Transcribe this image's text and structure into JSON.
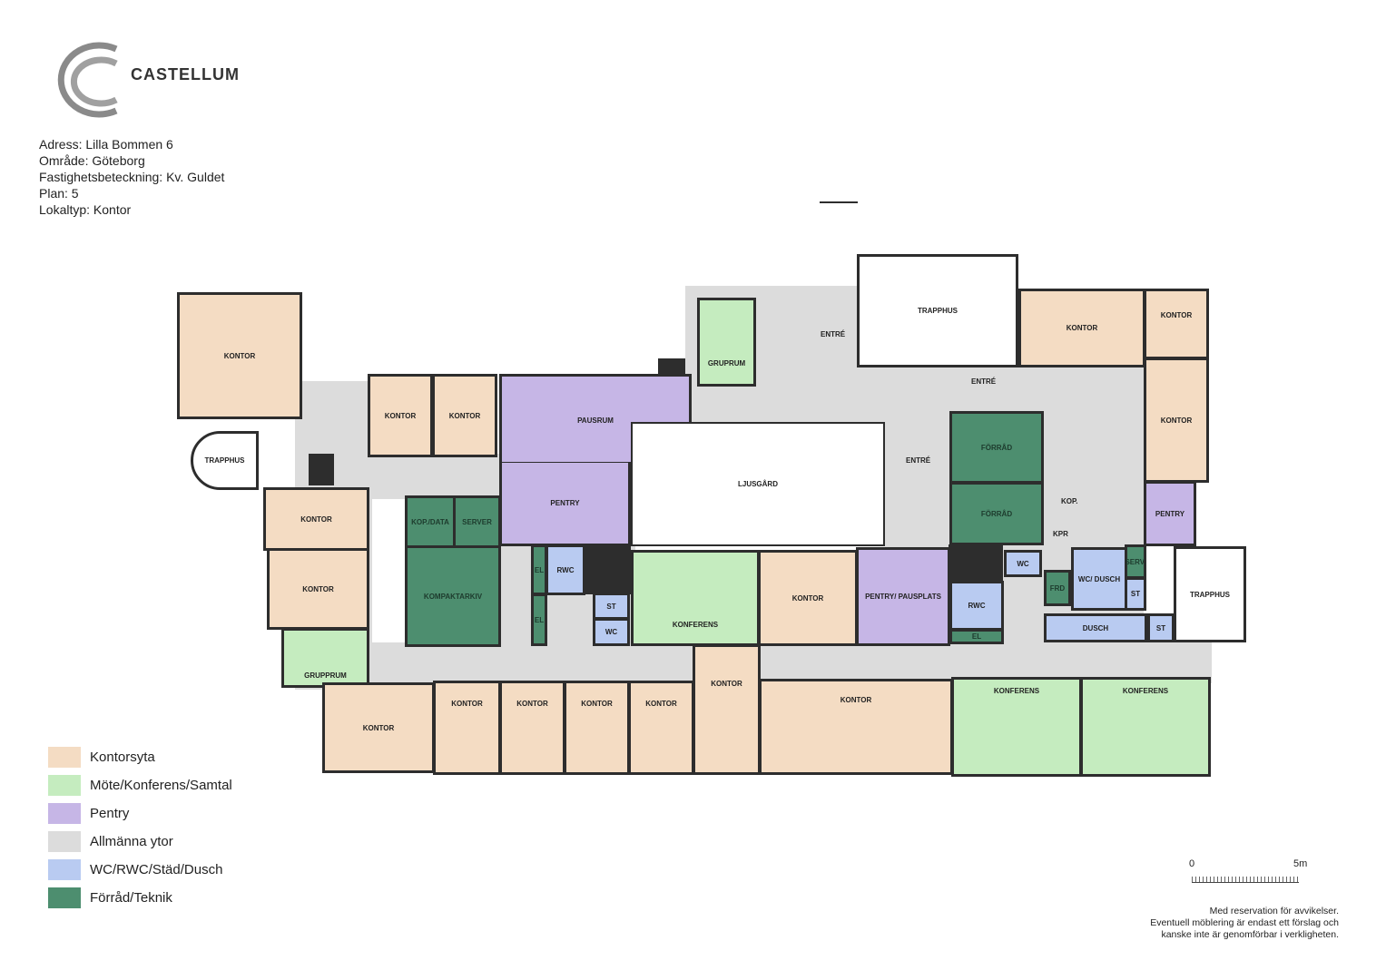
{
  "header": {
    "brand": "CASTELLUM",
    "info": [
      "Adress: Lilla Bommen 6",
      "Område: Göteborg",
      "Fastighetsbeteckning: Kv. Guldet",
      "Plan: 5",
      "Lokaltyp: Kontor"
    ]
  },
  "colors": {
    "kontorsyta": "#f4dcc3",
    "mote": "#c5ecbf",
    "pentry": "#c6b6e6",
    "allmanna": "#dcdcdc",
    "wc": "#b9cbf1",
    "forrad": "#4d8e6f"
  },
  "rooms": [
    {
      "label": "KONTOR"
    },
    {
      "label": "TRAPPHUS"
    },
    {
      "label": "KONTOR"
    },
    {
      "label": "KONTOR"
    },
    {
      "label": "PAUSRUM"
    },
    {
      "label": "PENTRY"
    },
    {
      "label": "LJUSGÅRD"
    },
    {
      "label": "GRUPRUM"
    },
    {
      "label": "ENTRÉ"
    },
    {
      "label": "TRAPPHUS"
    },
    {
      "label": "KONTOR"
    },
    {
      "label": "KONTOR"
    },
    {
      "label": "KONTOR"
    },
    {
      "label": "PENTRY"
    },
    {
      "label": "ENTRÉ"
    },
    {
      "label": "ENTRÉ"
    },
    {
      "label": "FÖRRÅD"
    },
    {
      "label": "FÖRRÅD"
    },
    {
      "label": "KOP."
    },
    {
      "label": "KPR"
    },
    {
      "label": "KOP./DATA"
    },
    {
      "label": "SERVER"
    },
    {
      "label": "KOMPAKTARKIV"
    },
    {
      "label": "EL"
    },
    {
      "label": "EL"
    },
    {
      "label": "RWC"
    },
    {
      "label": "ST"
    },
    {
      "label": "WC"
    },
    {
      "label": "KONFERENS"
    },
    {
      "label": "KONTOR"
    },
    {
      "label": "PENTRY/ PAUSPLATS"
    },
    {
      "label": "WC"
    },
    {
      "label": "RWC"
    },
    {
      "label": "EL"
    },
    {
      "label": "FRD"
    },
    {
      "label": "WC/ DUSCH"
    },
    {
      "label": "SERV."
    },
    {
      "label": "ST"
    },
    {
      "label": "DUSCH"
    },
    {
      "label": "ST"
    },
    {
      "label": "TRAPPHUS"
    },
    {
      "label": "KONTOR"
    },
    {
      "label": "KONTOR"
    },
    {
      "label": "GRUPPRUM"
    },
    {
      "label": "KONTOR"
    },
    {
      "label": "KONTOR"
    },
    {
      "label": "KONTOR"
    },
    {
      "label": "KONTOR"
    },
    {
      "label": "KONTOR"
    },
    {
      "label": "KONTOR"
    },
    {
      "label": "KONTOR"
    },
    {
      "label": "KONFERENS"
    },
    {
      "label": "KONFERENS"
    }
  ],
  "legend": [
    {
      "label": "Kontorsyta"
    },
    {
      "label": "Möte/Konferens/Samtal"
    },
    {
      "label": "Pentry"
    },
    {
      "label": "Allmänna ytor"
    },
    {
      "label": "WC/RWC/Städ/Dusch"
    },
    {
      "label": "Förråd/Teknik"
    }
  ],
  "scale": {
    "start": "0",
    "end": "5m"
  },
  "note": [
    "Med reservation för avvikelser.",
    "Eventuell möblering är endast ett förslag och",
    "kanske inte är genomförbar i verkligheten."
  ]
}
